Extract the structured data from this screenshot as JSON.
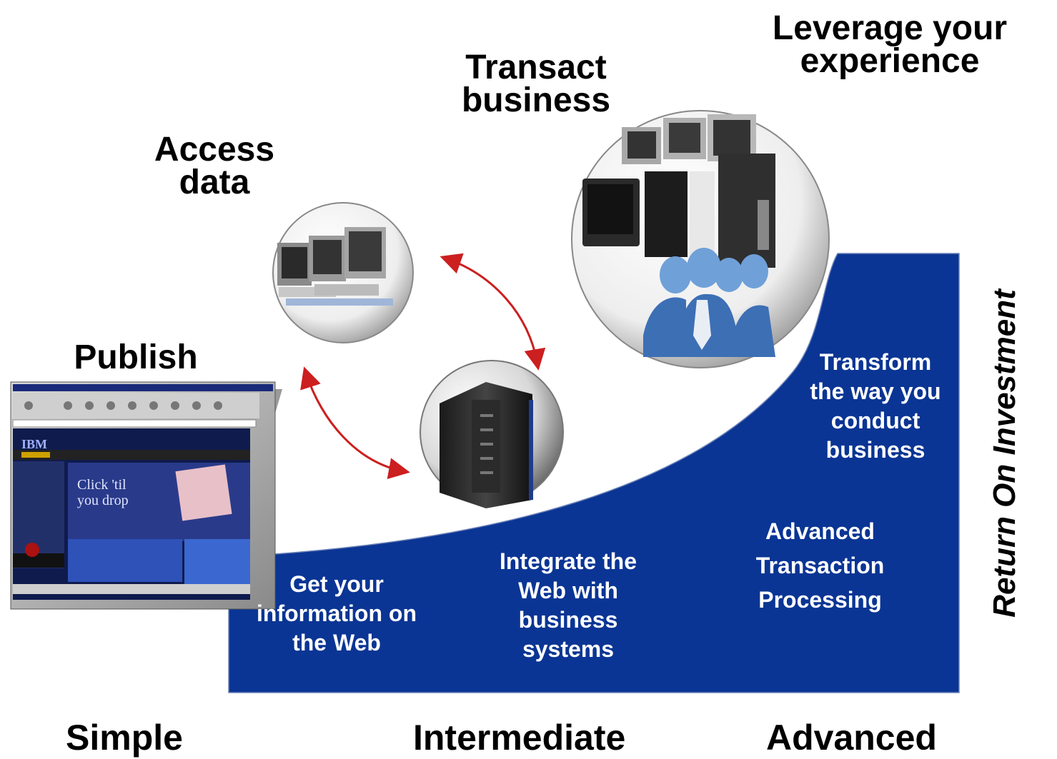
{
  "stages": {
    "publish": "Publish",
    "access_data": "Access\ndata",
    "transact_business": "Transact\nbusiness",
    "leverage_experience": "Leverage your\nexperience"
  },
  "blocks": {
    "get_info": "Get your\ninformation on\nthe Web",
    "integrate": "Integrate the\nWeb with\nbusiness\nsystems",
    "advanced_tp": "Advanced\nTransaction\nProcessing",
    "transform": "Transform\nthe way you\nconduct\nbusiness"
  },
  "levels": {
    "simple": "Simple",
    "intermediate": "Intermediate",
    "advanced": "Advanced"
  },
  "axis_label": "Return On Investment",
  "browser": {
    "logo": "IBM",
    "banner_text": "Click 'til\nyou drop"
  },
  "colors": {
    "area_fill": "#0a3594",
    "arrow_red": "#cc1f1f",
    "text_white": "#ffffff"
  }
}
